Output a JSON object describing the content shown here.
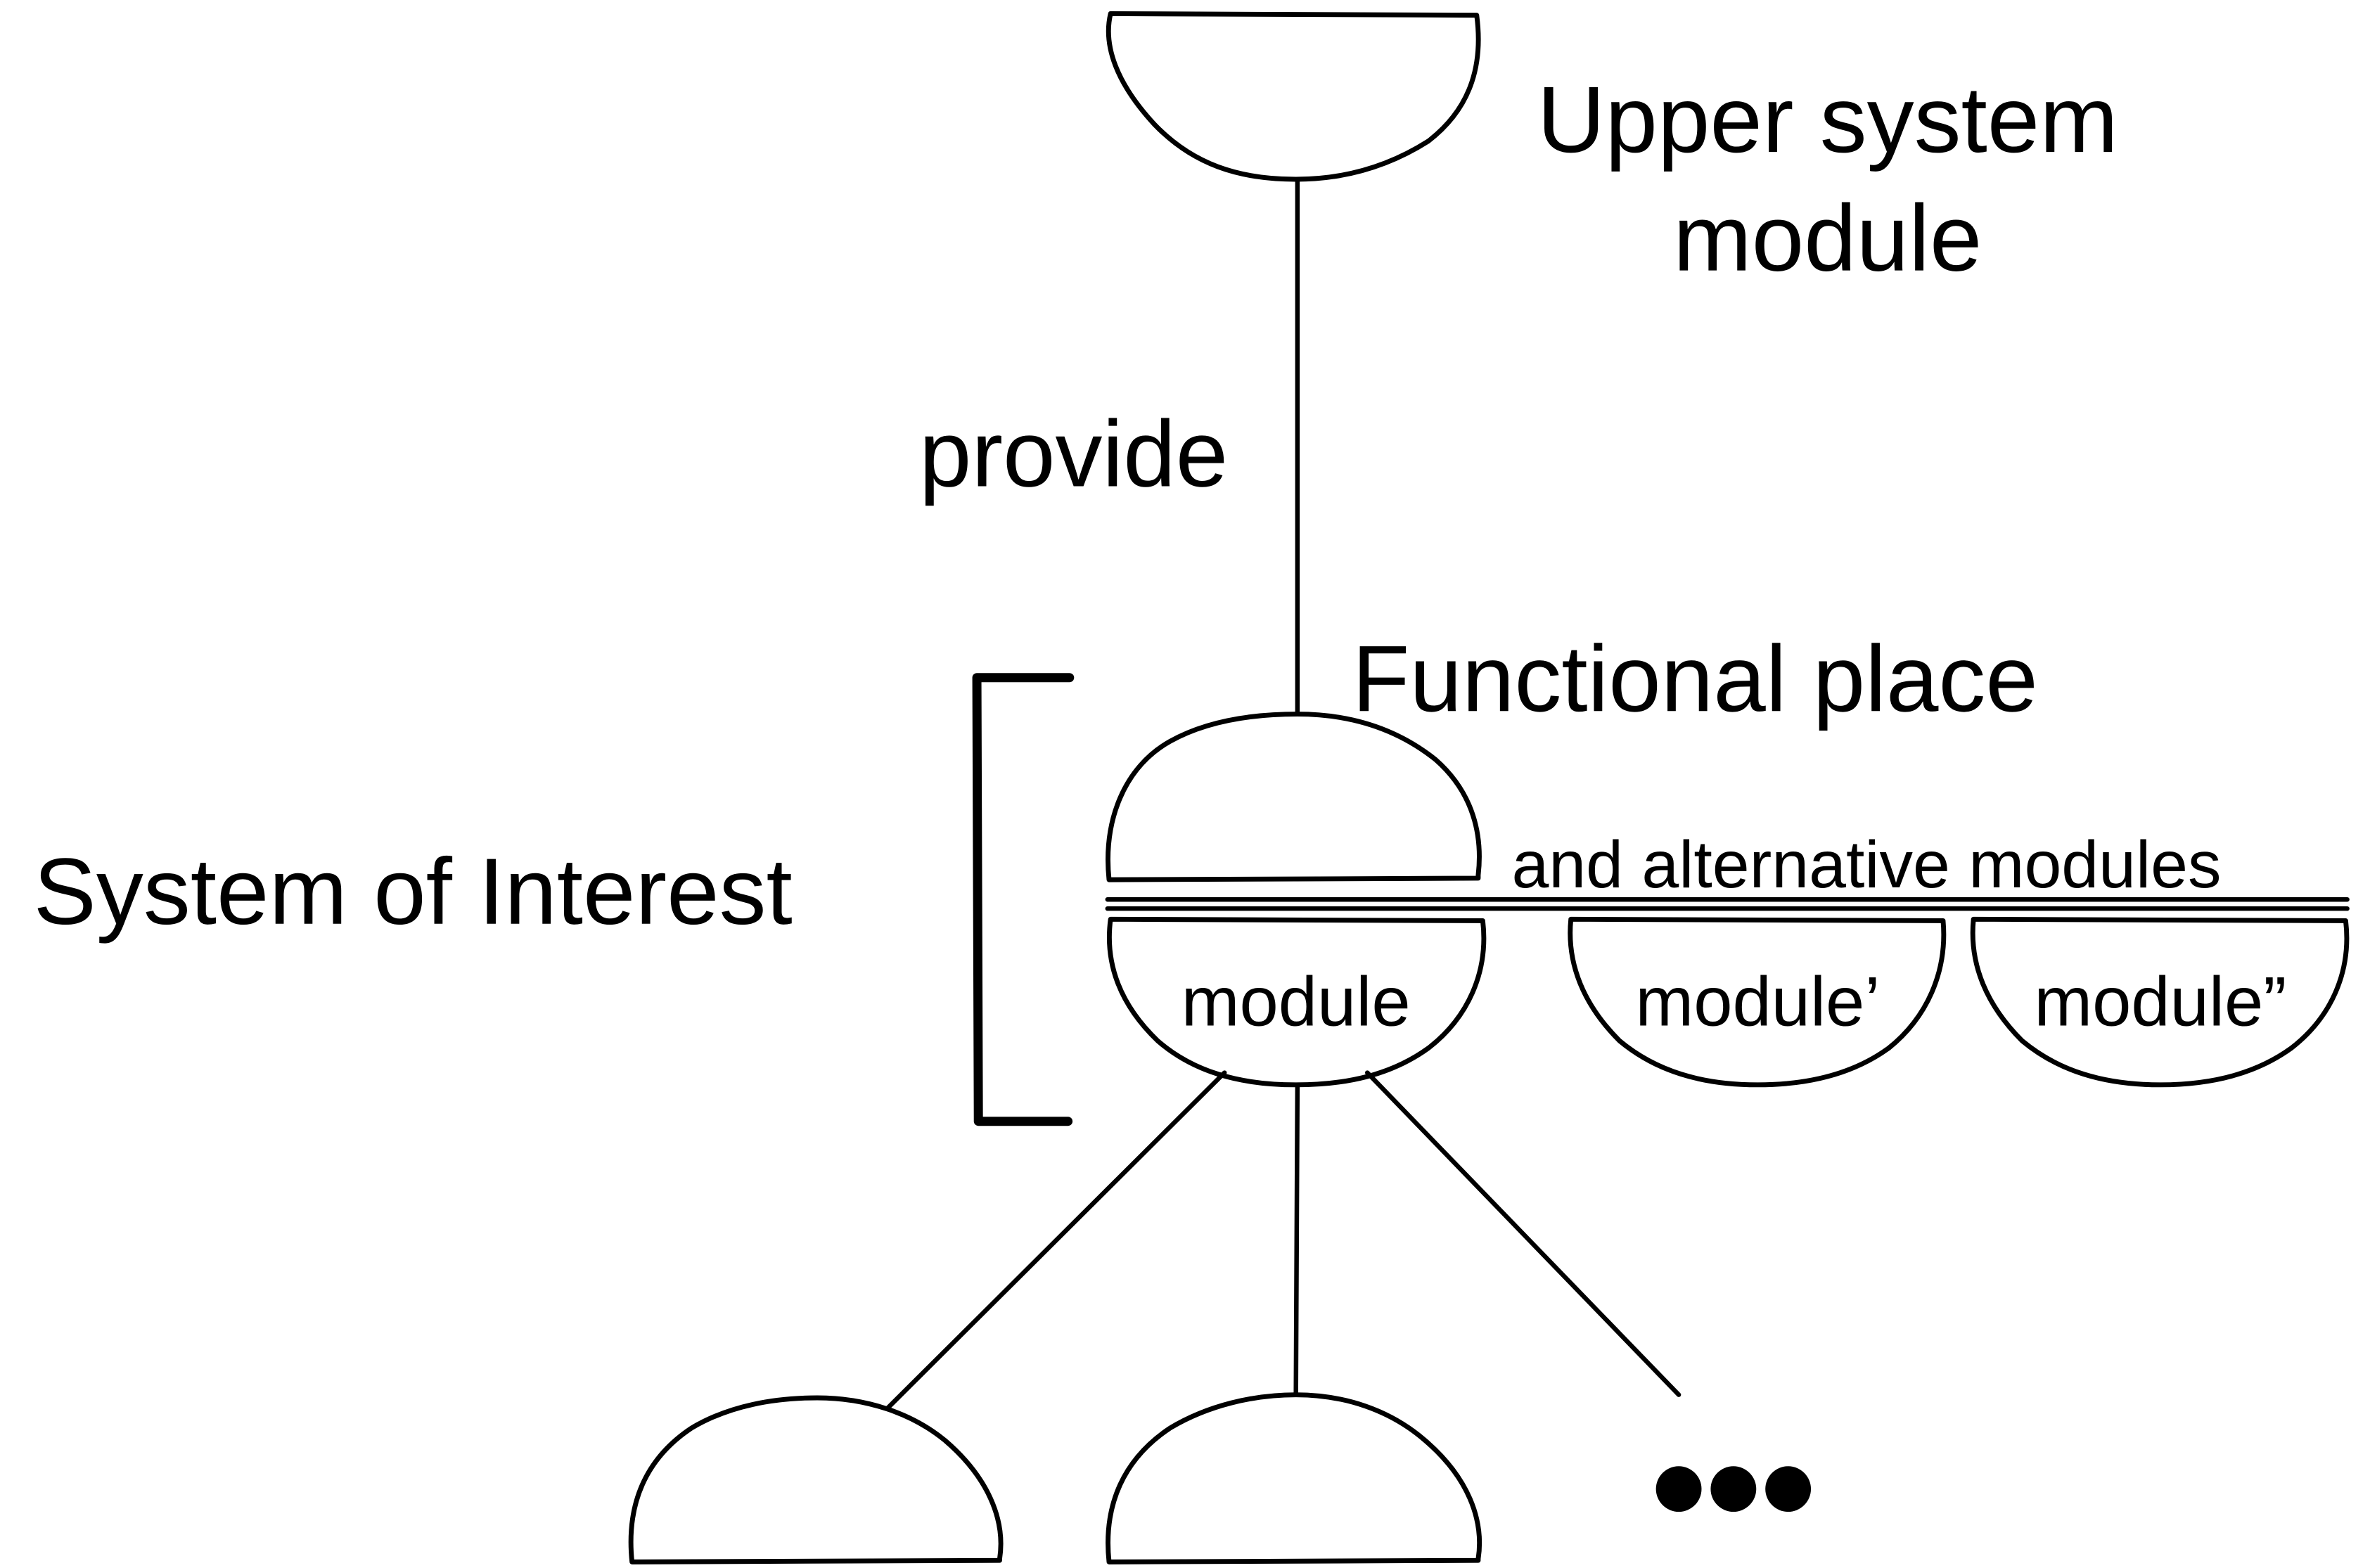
{
  "diagram": {
    "title": "Functional place and alternative modules",
    "upper_module": {
      "label_line1": "Upper system",
      "label_line2": "module"
    },
    "relation_label": "provide",
    "functional_place_label": "Functional place",
    "alternatives_label": "and alternative modules",
    "system_of_interest_label": "System of Interest",
    "modules": [
      {
        "label": "module"
      },
      {
        "label": "module’"
      },
      {
        "label": "module”"
      }
    ],
    "child_modules_count": 2,
    "continuation_glyph": "•••",
    "colors": {
      "stroke": "#000000",
      "background": "#ffffff"
    }
  }
}
